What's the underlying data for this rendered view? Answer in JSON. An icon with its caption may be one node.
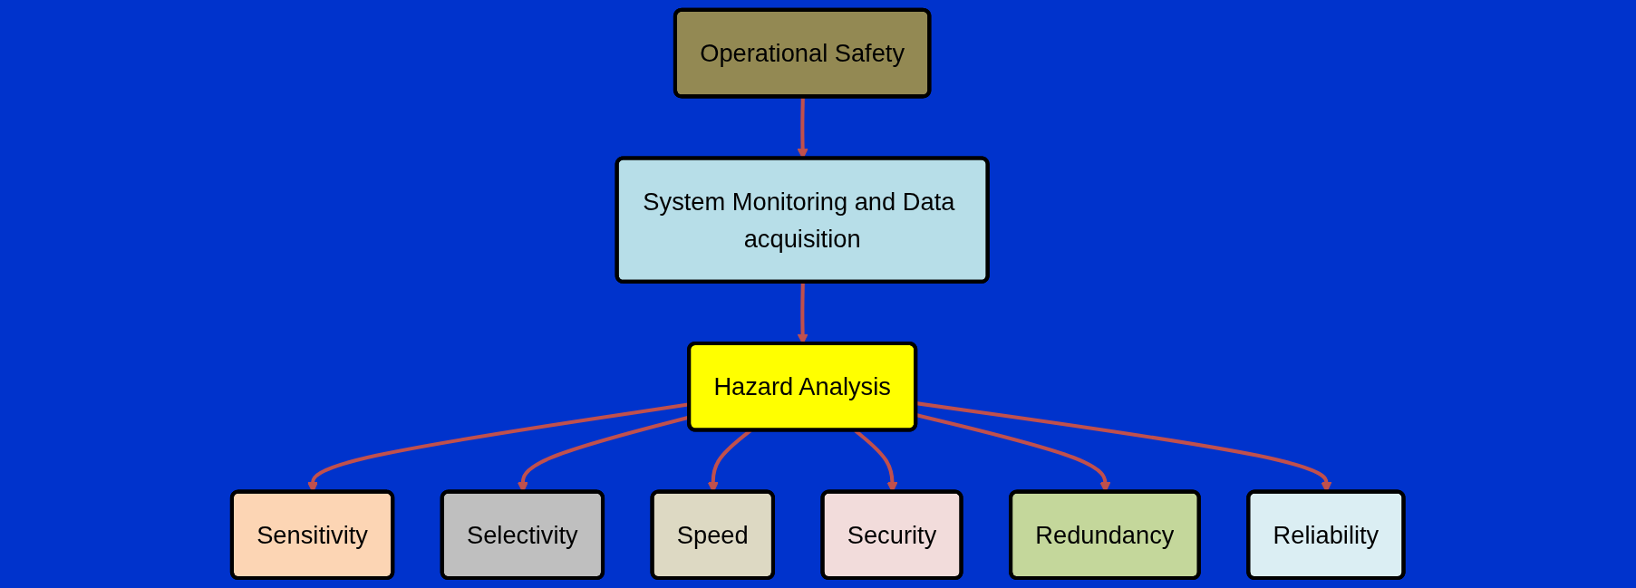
{
  "diagram": {
    "nodes": [
      {
        "text": [
          "Operational Safety"
        ]
      },
      {
        "text": [
          "System Monitoring and Data acquisition"
        ]
      },
      {
        "text": [
          "Hazard Analysis"
        ]
      },
      {
        "text": [
          "Sensitivity"
        ]
      },
      {
        "text": [
          "Selectivity"
        ]
      },
      {
        "text": [
          "Speed"
        ]
      },
      {
        "text": [
          "Security"
        ]
      },
      {
        "text": [
          "Redundancy"
        ]
      },
      {
        "text": [
          "Reliability"
        ]
      }
    ],
    "edges": [
      {
        "from": 0,
        "to": 1,
        "arrow": "to"
      },
      {
        "from": 1,
        "to": 2,
        "arrow": "to"
      },
      {
        "from": 2,
        "to": 3,
        "arrow": "to"
      },
      {
        "from": 2,
        "to": 4,
        "arrow": "to"
      },
      {
        "from": 2,
        "to": 5,
        "arrow": "to"
      },
      {
        "from": 2,
        "to": 6,
        "arrow": "to"
      },
      {
        "from": 2,
        "to": 7,
        "arrow": "to"
      },
      {
        "from": 2,
        "to": 8,
        "arrow": "to"
      }
    ]
  }
}
